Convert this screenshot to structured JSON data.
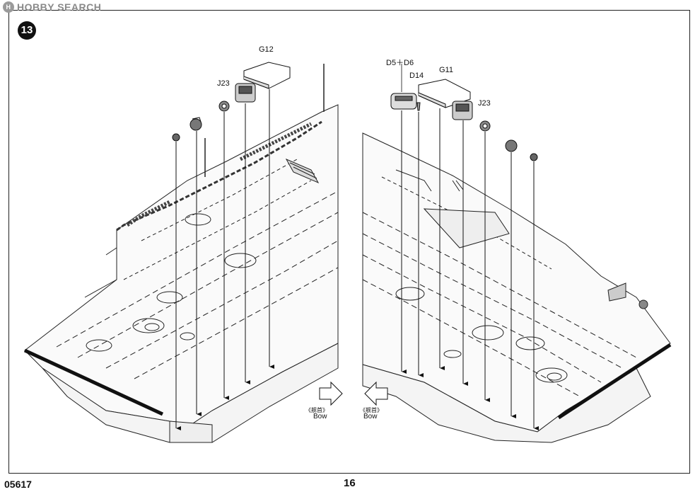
{
  "watermark": {
    "logo": "H",
    "text": "HOBBY SEARCH"
  },
  "step_number": "13",
  "parts": {
    "g12": "G12",
    "j23_left": "J23",
    "d5_d6": "D5＋D6",
    "d14": "D14",
    "g11": "G11",
    "j23_right": "J23"
  },
  "bow_left": {
    "zh": "《舰首》",
    "en": "Bow"
  },
  "bow_right": {
    "zh": "《舰首》",
    "en": "Bow"
  },
  "product_code": "05617",
  "page_number": "16"
}
